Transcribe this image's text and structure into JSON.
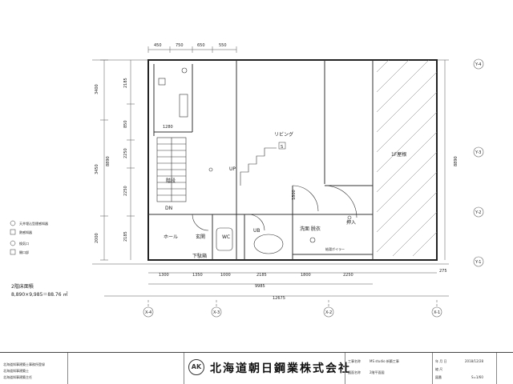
{
  "dims": {
    "top": [
      "450",
      "750",
      "650",
      "550"
    ],
    "bottom": [
      "1300",
      "1350",
      "1000",
      "2185",
      "1800",
      "2250"
    ],
    "total_inner": "9985",
    "total_outer": "12675",
    "right_small": "275",
    "left_outer": [
      "3400",
      "3450",
      "2000"
    ],
    "left_inner": [
      "2185",
      "850",
      "2250",
      "2250",
      "2185"
    ],
    "left_total": "8890",
    "right_total": "8890",
    "stair_width": "1280",
    "ub_width": "1800"
  },
  "rooms": {
    "living": "リビング",
    "up": "UP",
    "stairs": "階段",
    "dn": "DN",
    "hall": "ホール",
    "entrance": "玄関",
    "wc": "WC",
    "ub": "UB",
    "washroom": "洗面\n脱衣",
    "closet": "押入",
    "shoebox": "下駄箱",
    "roof": "1F屋根",
    "water_heater": "給湯ボイラー",
    "s_mark": "S"
  },
  "grid_labels": [
    "Y-1",
    "Y-2",
    "Y-3",
    "Y-4",
    "X-1",
    "X-2",
    "X-3",
    "X-4"
  ],
  "legend": [
    "天井埋込型煙感知器",
    "熱感知器",
    "換気口",
    "開口部"
  ],
  "area": {
    "label": "2階床面積",
    "value": "8,890×9,985＝88.76 ㎡"
  },
  "title_block": {
    "license": [
      "北海道知事建築士事務所登録",
      "北海道知事建築士",
      "北海道知事建築主任"
    ],
    "company": "北海道朝日鋼業株式会社",
    "logo": "AK",
    "project_label": "工事名称",
    "project": "MS studio 新築工事",
    "drawing_label": "図面名称",
    "drawing": "2階平面図",
    "date_label": "年 月 日",
    "date": "2018/12/28",
    "scale_label": "縮 尺",
    "scale": "S=1/60",
    "sheet_label": "図番"
  }
}
